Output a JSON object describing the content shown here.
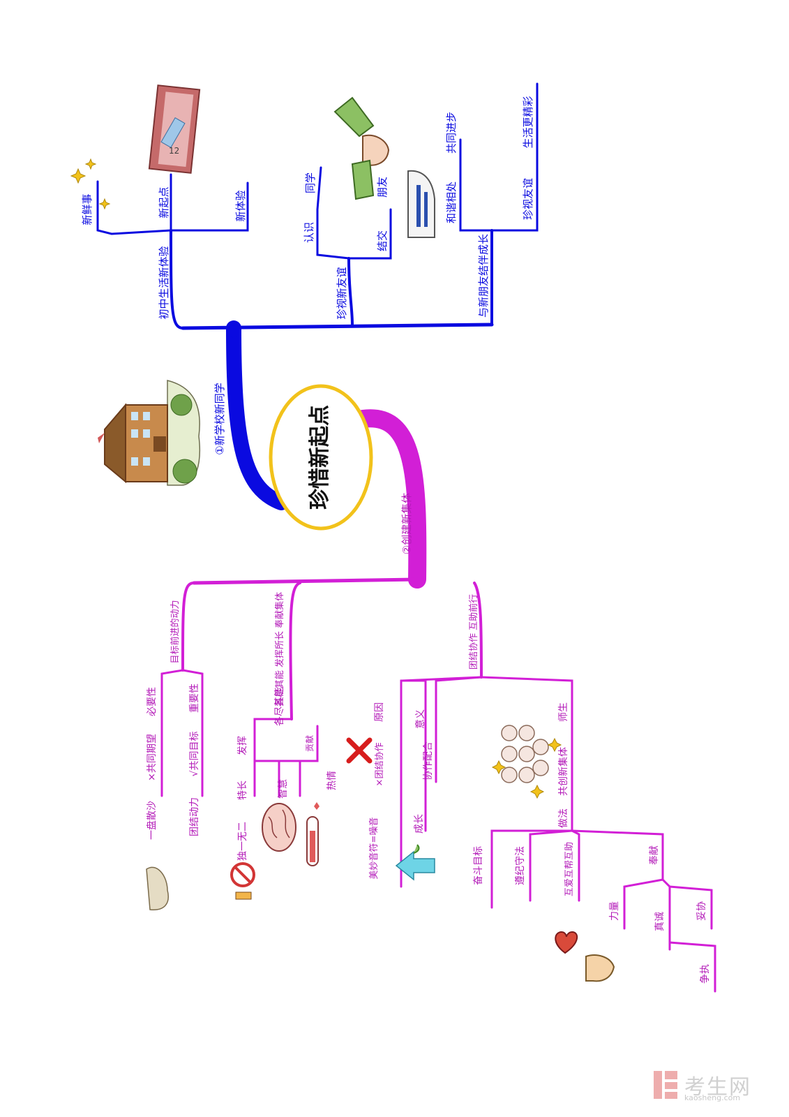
{
  "colors": {
    "blue": "#0a0ae0",
    "magenta": "#d21fd6",
    "pink": "#cf3cc8",
    "center_border": "#f2c21b"
  },
  "center": {
    "title": "珍惜新起点"
  },
  "branch1": {
    "title": "①新学校新同学",
    "sub1": {
      "label": "初中生活新体验",
      "items": [
        "新鲜事",
        "新起点",
        "新体验"
      ]
    },
    "sub2": {
      "label": "珍视新友谊",
      "items": [
        "认识",
        "同学",
        "结交",
        "朋友"
      ]
    },
    "sub3": {
      "label": "与新朋友结伴成长",
      "items": [
        "和谐相处",
        "共同进步",
        "珍视友谊",
        "生活更精彩"
      ]
    }
  },
  "branch2": {
    "title": "②创建新集体",
    "sub1": {
      "label": "目标前进的动力",
      "items": [
        "必要性",
        "重要性",
        "×共同期望",
        "√共同目标",
        "一盘散沙",
        "团结动力"
      ]
    },
    "sub2": {
      "label": "各尽其能 发挥所长 奉献集体",
      "items": [
        "各尽其能",
        "发挥",
        "特长",
        "贡献",
        "智慧",
        "热情",
        "独一无二"
      ]
    },
    "sub3": {
      "label": "团结协作 互助前行",
      "items": [
        "原因",
        "×团结协作",
        "美妙音符=噪音",
        "意义",
        "协作配合",
        "成长",
        "师生",
        "共创新集体",
        "做法",
        "奋斗目标",
        "遵纪守法",
        "互爱互帮互助",
        "奉献",
        "力量",
        "真诚",
        "妥协",
        "争执"
      ]
    }
  },
  "icons": [
    "school-building-icon",
    "notebook-icon",
    "handshake-icon",
    "ferry-icon",
    "sand-pile-icon",
    "no-sign-icon",
    "brain-icon",
    "thermometer-icon",
    "red-x-icon",
    "sprout-arrow-icon",
    "team-people-icon",
    "heart-icon",
    "muscle-icon",
    "sparkle-icon"
  ],
  "watermark": {
    "name": "考生网",
    "url": "kaosheng.com"
  }
}
